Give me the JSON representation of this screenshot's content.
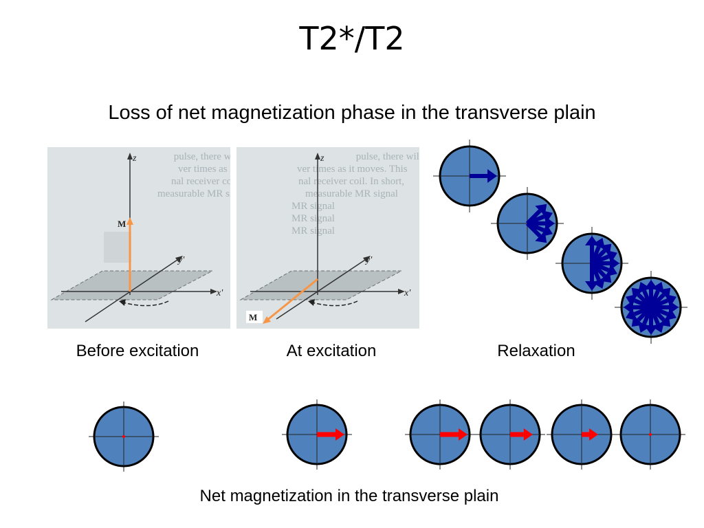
{
  "title": "T2*/T2",
  "subtitle": "Loss of net magnetization phase in the transverse plain",
  "panels": {
    "before": {
      "z_label": "z",
      "y_label": "y'",
      "x_label": "x'",
      "m_label": "M",
      "ghost_text": [
        " pulse, there will be ver",
        "ver times as it moves. Thi",
        "nal receiver coil. In short,",
        "measurable MR signal"
      ]
    },
    "at": {
      "z_label": "z",
      "y_label": "y'",
      "x_label": "x'",
      "m_label": "M",
      "ghost_text": [
        " pulse, there will be very",
        "ver times as it moves. This",
        "nal receiver coil. In short,",
        "measurable MR signal",
        "MR signal",
        "MR signal",
        "MR signal"
      ]
    }
  },
  "captions": {
    "before": "Before excitation",
    "at": "At excitation",
    "relaxation": "Relaxation",
    "bottom": "Net magnetization in the transverse plain"
  },
  "relaxation_circles": [
    {
      "spin_count": 1,
      "spread_deg": 0
    },
    {
      "spin_count": 5,
      "spread_deg": 90
    },
    {
      "spin_count": 9,
      "spread_deg": 180
    },
    {
      "spin_count": 16,
      "spread_deg": 360
    }
  ],
  "net_magnetization": [
    {
      "magnitude": 0.0
    },
    {
      "magnitude": 1.0
    },
    {
      "magnitude": 1.0
    },
    {
      "magnitude": 0.82
    },
    {
      "magnitude": 0.6
    },
    {
      "magnitude": 0.0
    }
  ],
  "colors": {
    "circle_fill": "#4f81bd",
    "spin_arrow": "#000099",
    "net_arrow": "#ff0000",
    "m_vector": "#f79646",
    "plane": "#8f9597"
  }
}
